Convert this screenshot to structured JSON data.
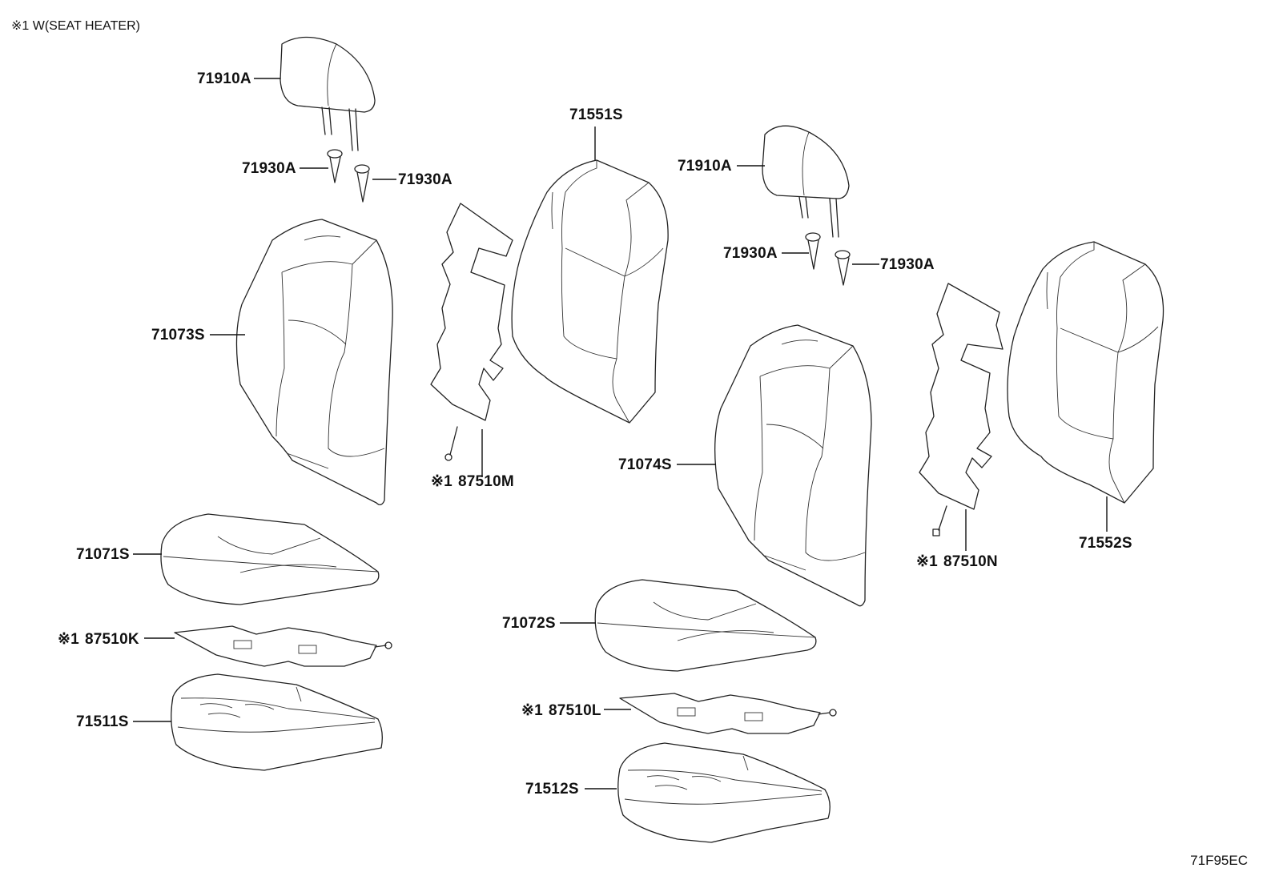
{
  "note": "※1 W(SEAT HEATER)",
  "figure_code": "71F95EC",
  "labels": {
    "headrest_left": "71910A",
    "support_left_a": "71930A",
    "support_left_b": "71930A",
    "back_pad_left": "71073S",
    "back_cover_center": "71551S",
    "back_heater_left": "87510M",
    "back_heater_left_mark": "※1",
    "cushion_pad_left": "71071S",
    "cushion_heater_left": "87510K",
    "cushion_heater_left_mark": "※1",
    "cushion_cover_left": "71511S",
    "headrest_right": "71910A",
    "support_right_a": "71930A",
    "support_right_b": "71930A",
    "back_pad_right": "71074S",
    "back_heater_right": "87510N",
    "back_heater_right_mark": "※1",
    "back_cover_right": "71552S",
    "cushion_pad_right": "71072S",
    "cushion_heater_right": "87510L",
    "cushion_heater_right_mark": "※1",
    "cushion_cover_right": "71512S"
  }
}
